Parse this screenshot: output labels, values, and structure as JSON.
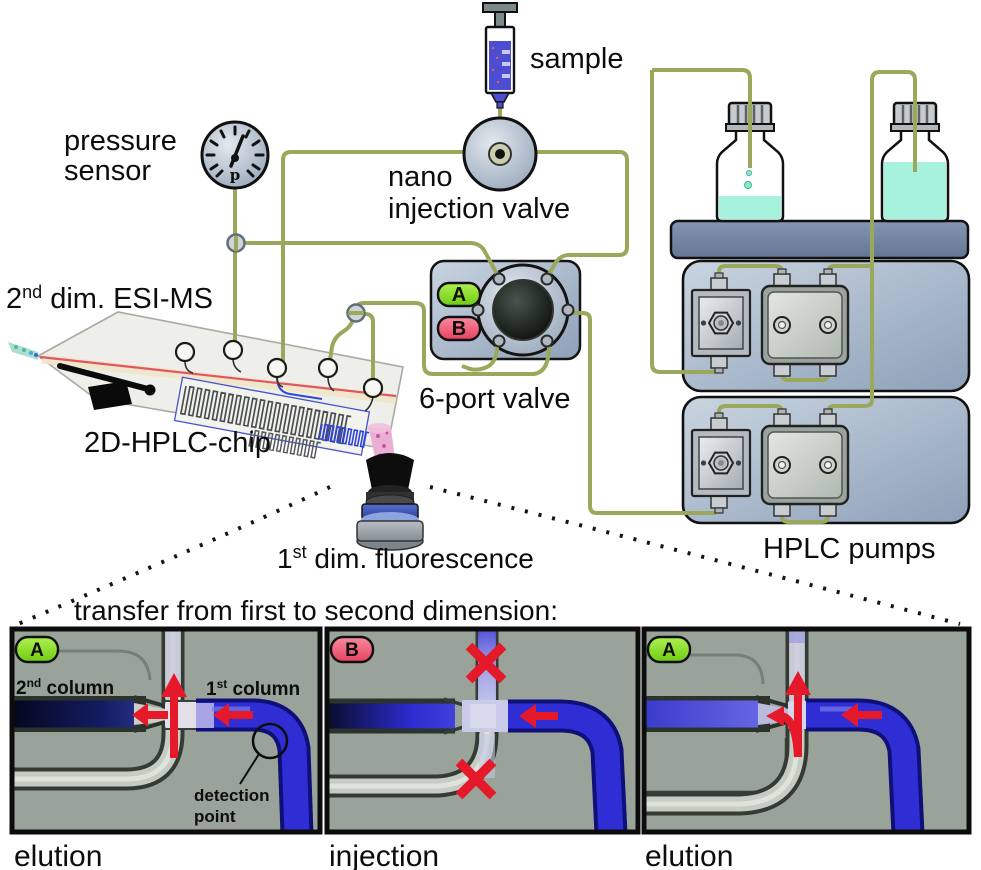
{
  "figure": {
    "labels": {
      "pressure_sensor_line1": "pressure",
      "pressure_sensor_line2": "sensor",
      "gauge_letter": "p",
      "sample": "sample",
      "nano_valve_line1": "nano",
      "nano_valve_line2": "injection valve",
      "six_port_valve": "6-port valve",
      "valve_button_a": "A",
      "valve_button_b": "B",
      "hplc_pumps": "HPLC pumps",
      "esi_ms": {
        "base": "2",
        "sup": "nd",
        "rest": " dim. ESI-MS"
      },
      "chip": "2D-HPLC-chip",
      "fluorescence": {
        "base": "1",
        "sup": "st",
        "rest": " dim. fluorescence"
      }
    },
    "transfer": {
      "title": "transfer from first to second dimension:",
      "panels": [
        {
          "badge": "A",
          "caption": "elution",
          "second_column": {
            "base": "2",
            "sup": "nd",
            "rest": " column"
          },
          "first_column": {
            "base": "1",
            "sup": "st",
            "rest": " column"
          },
          "detection_line1": "detection",
          "detection_line2": "point"
        },
        {
          "badge": "B",
          "caption": "injection"
        },
        {
          "badge": "A",
          "caption": "elution"
        }
      ]
    },
    "colors": {
      "tubing": "#9aa85c",
      "badge_a_fill": "#8ce72f",
      "badge_b_fill": "#f2607a",
      "arrow_red": "#e6192b",
      "channel_blue": "#2e2ed4",
      "liquid_teal": "#a7f2dc",
      "pump_body": "#a9b9cc",
      "micrograph_bg": "#9aa49b"
    }
  }
}
